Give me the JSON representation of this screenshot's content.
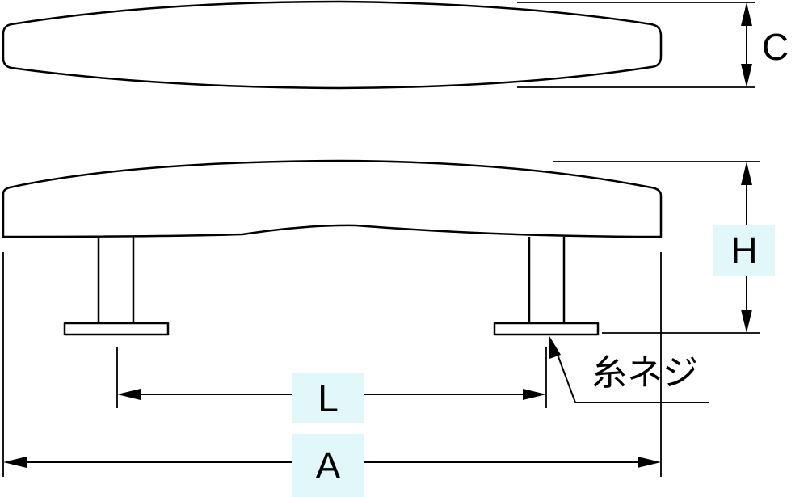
{
  "dimensions": {
    "width_label": "C",
    "height_label": "H",
    "pitch_label": "L",
    "overall_label": "A"
  },
  "callout": {
    "thread_label": "糸ネジ"
  },
  "colors": {
    "line": "#000000",
    "label_background": "#e1f7f9",
    "background": "#ffffff"
  }
}
